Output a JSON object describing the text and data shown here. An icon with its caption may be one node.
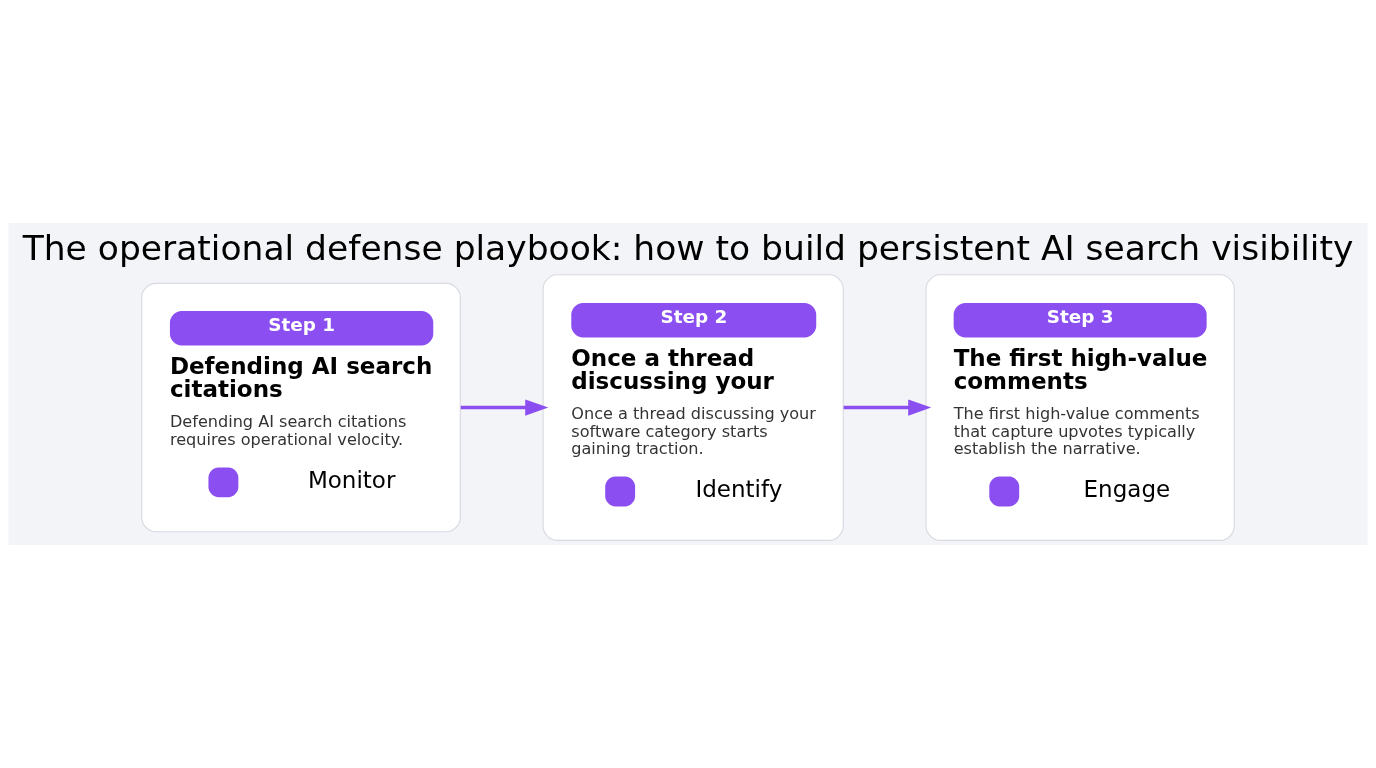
{
  "diagram": {
    "title": "The operational defense playbook: how to build persistent AI search visibility",
    "nodes": [
      {
        "text": [
          "Step 1",
          "Defending AI search citations",
          "Defending AI search citations requires operational velocity.",
          "Monitor"
        ]
      },
      {
        "text": [
          "Step 2",
          "Once a thread discussing your",
          "Once a thread discussing your software category starts gaining traction.",
          "Identify"
        ]
      },
      {
        "text": [
          "Step 3",
          "The first high-value comments",
          "The first high-value comments that capture upvotes typically establish the narrative.",
          "Engage"
        ]
      }
    ],
    "edges": [
      {
        "from": 0,
        "to": 1,
        "arrow": "to"
      },
      {
        "from": 1,
        "to": 2,
        "arrow": "to"
      }
    ]
  }
}
